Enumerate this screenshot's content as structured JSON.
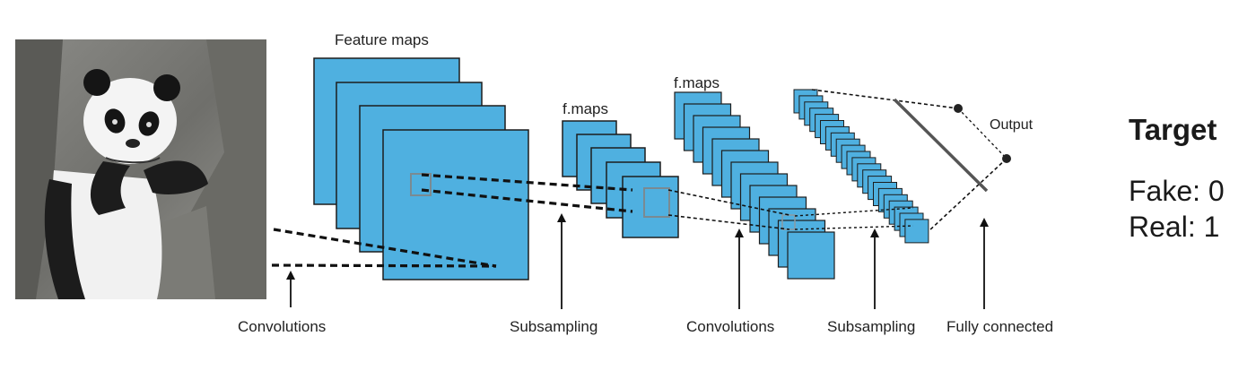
{
  "diagram": {
    "input_image": "panda-photo",
    "labels": {
      "feature_maps": "Feature maps",
      "fmaps_1": "f.maps",
      "fmaps_2": "f.maps",
      "output": "Output"
    },
    "stages": [
      "Convolutions",
      "Subsampling",
      "Convolutions",
      "Subsampling",
      "Fully connected"
    ],
    "colors": {
      "map_fill": "#4fb0e0",
      "map_stroke": "#1d1d1d",
      "dots": "#111111"
    }
  },
  "target": {
    "title": "Target",
    "fake": "Fake: 0",
    "real": "Real: 1"
  }
}
